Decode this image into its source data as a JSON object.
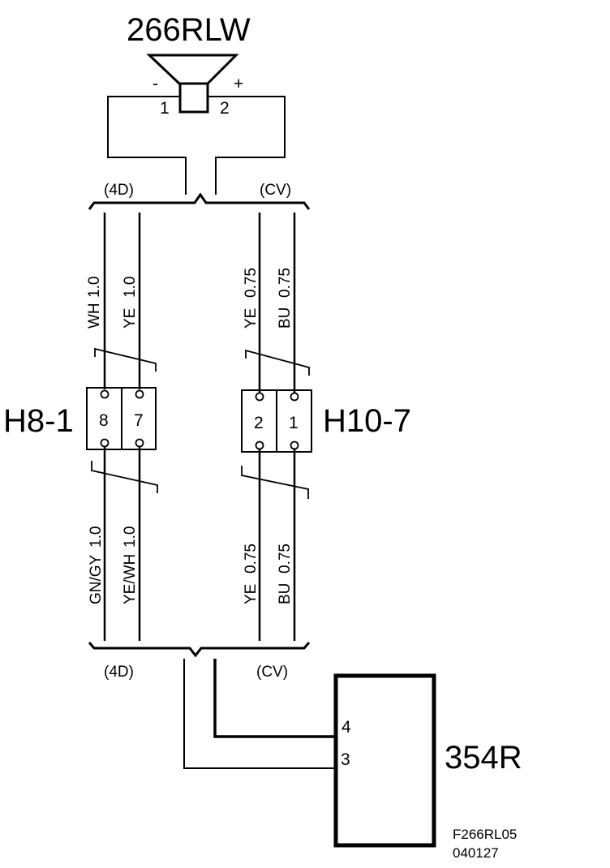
{
  "component_speaker": {
    "id": "266RLW",
    "pin_neg": "1",
    "pin_pos": "2",
    "sign_neg": "-",
    "sign_pos": "+"
  },
  "variants_top": {
    "left": "(4D)",
    "right": "(CV)"
  },
  "variants_bottom": {
    "left": "(4D)",
    "right": "(CV)"
  },
  "connector_left": {
    "id": "H8-1",
    "pins": [
      "8",
      "7"
    ]
  },
  "connector_right": {
    "id": "H10-7",
    "pins": [
      "2",
      "1"
    ]
  },
  "wires_upper": [
    {
      "color": "WH",
      "size": "1.0"
    },
    {
      "color": "YE",
      "size": "1.0"
    },
    {
      "color": "YE",
      "size": "0.75"
    },
    {
      "color": "BU",
      "size": "0.75"
    }
  ],
  "wires_lower": [
    {
      "color": "GN/GY",
      "size": "1.0"
    },
    {
      "color": "YE/WH",
      "size": "1.0"
    },
    {
      "color": "YE",
      "size": "0.75"
    },
    {
      "color": "BU",
      "size": "0.75"
    }
  ],
  "component_module": {
    "id": "354R",
    "pin_a": "4",
    "pin_b": "3"
  },
  "drawing": {
    "ref": "F266RL05",
    "date": "040127"
  }
}
